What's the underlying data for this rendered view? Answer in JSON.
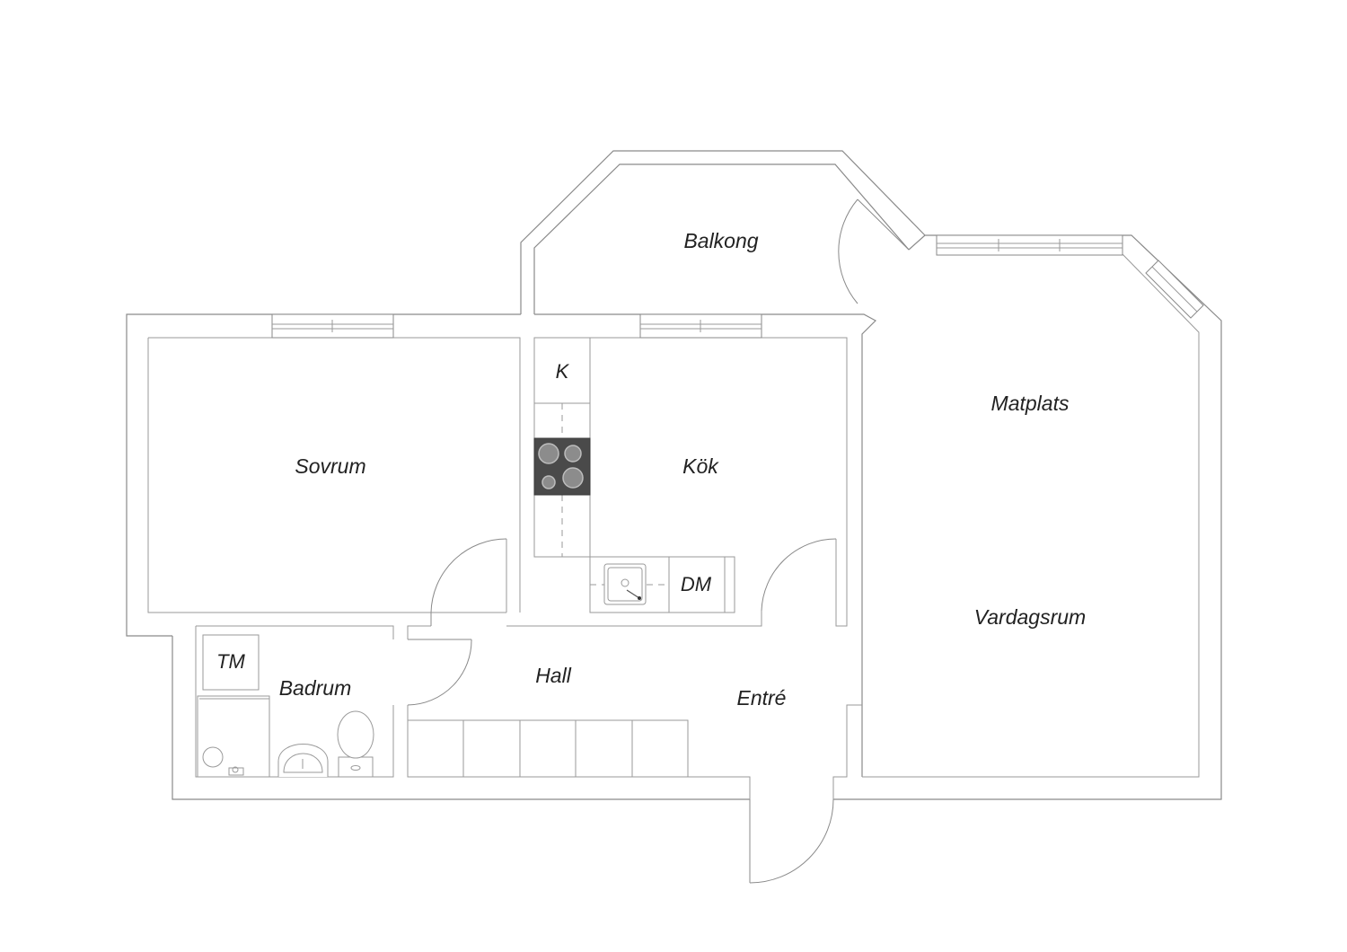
{
  "rooms": {
    "balkong": "Balkong",
    "sovrum": "Sovrum",
    "kok": "Kök",
    "matplats": "Matplats",
    "vardagsrum": "Vardagsrum",
    "hall": "Hall",
    "entre": "Entré",
    "badrum": "Badrum"
  },
  "fixtures": {
    "kyl": "K",
    "diskmaskin": "DM",
    "tvattmaskin": "TM"
  },
  "colors": {
    "wall": "#8a8a8a",
    "stove_top": "#4a4a4a",
    "label": "#222222"
  }
}
